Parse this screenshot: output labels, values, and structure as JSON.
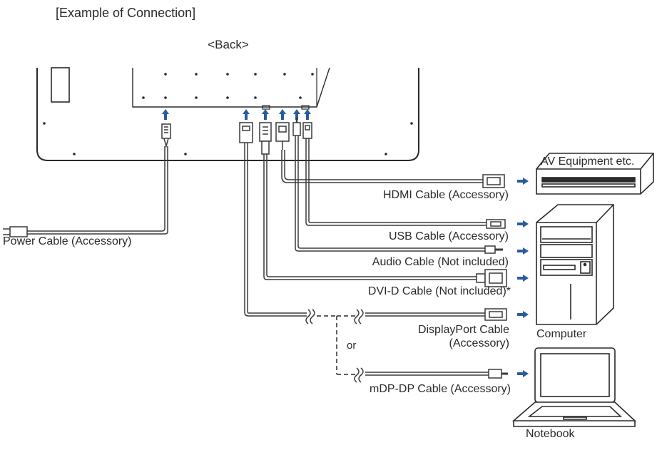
{
  "header": {
    "title": "[Example of Connection]",
    "back_label": "<Back>"
  },
  "cables": {
    "power": "Power Cable (Accessory)",
    "hdmi": "HDMI Cable (Accessory)",
    "usb": "USB Cable (Accessory)",
    "audio": "Audio Cable (Not included)",
    "dvi": "DVI-D Cable (Not included)*",
    "displayport_line1": "DisplayPort Cable",
    "displayport_line2": "(Accessory)",
    "or": "or",
    "mdp": "mDP-DP Cable (Accessory)"
  },
  "devices": {
    "av": "AV Equipment etc.",
    "computer": "Computer",
    "notebook": "Notebook"
  },
  "colors": {
    "arrow": "#2a5b9c",
    "line": "#2a2a2a",
    "cable_outline": "#3a3a3a"
  }
}
